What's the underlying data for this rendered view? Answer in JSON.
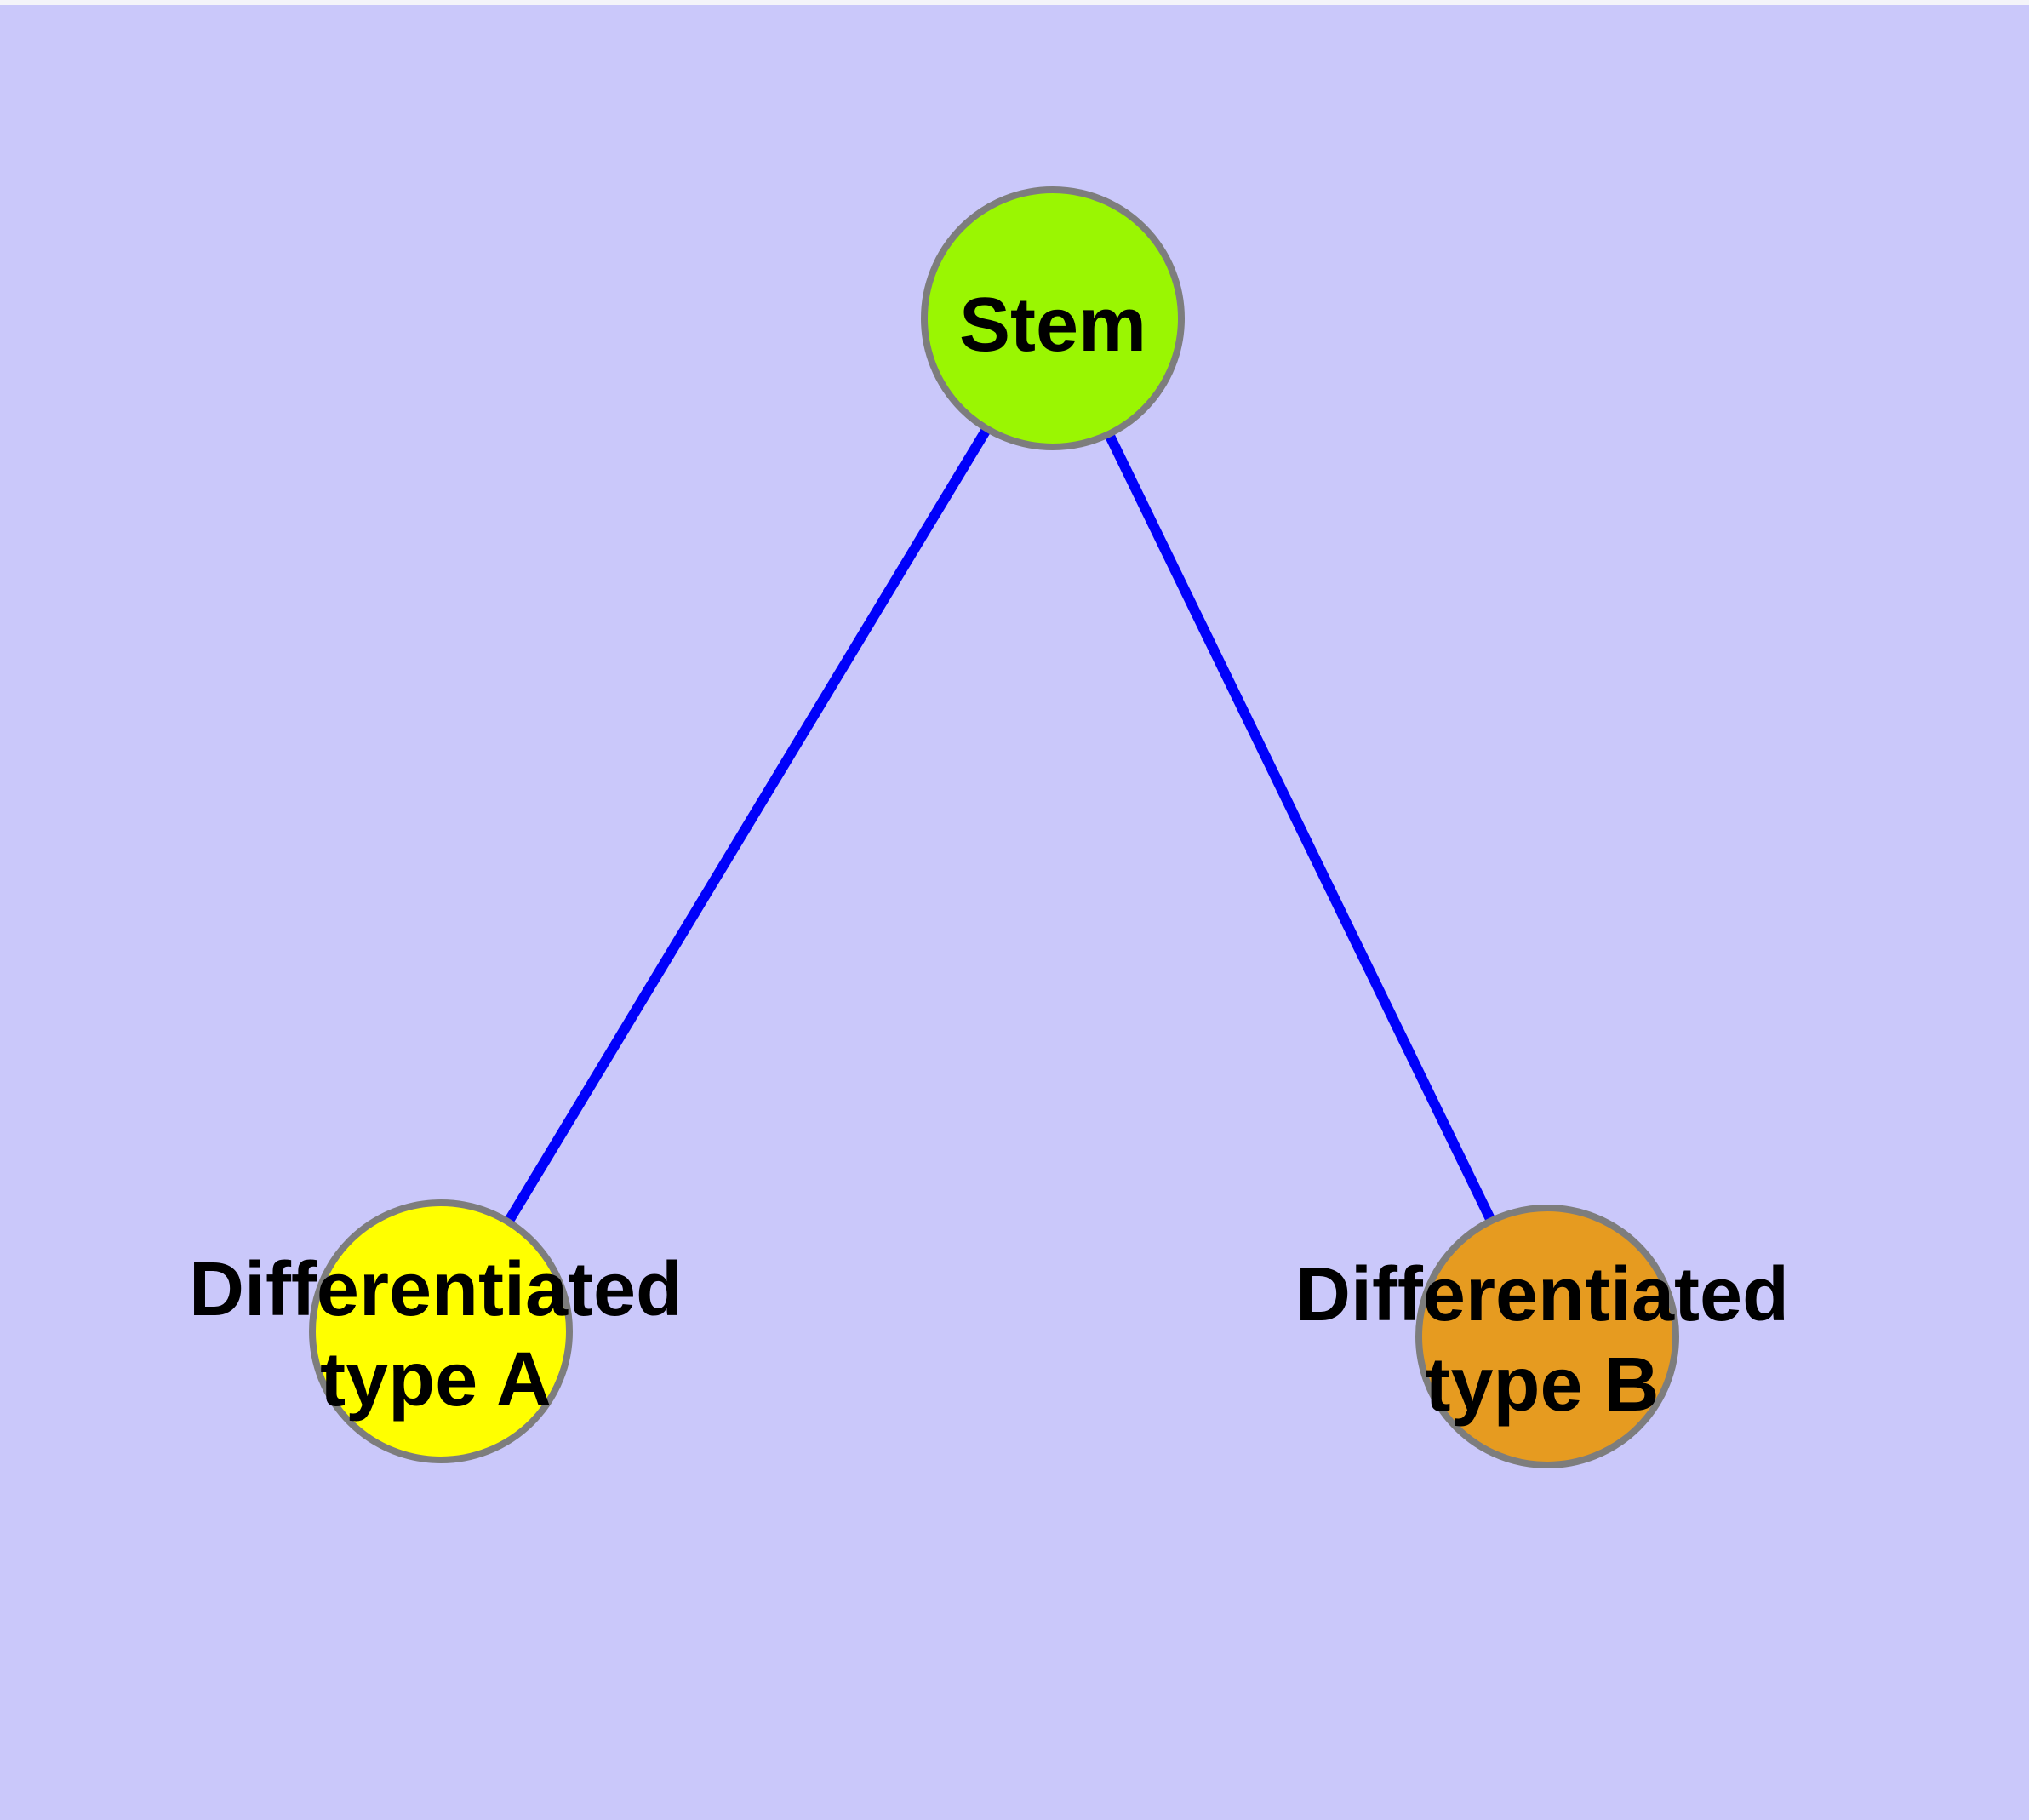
{
  "colors": {
    "background": "#cac8fa",
    "top_strip": "#f4f4f9",
    "edge": "#0000fa",
    "node_border": "#7d7d7d",
    "label": "#000000",
    "stem_fill": "#9af602",
    "type_a_fill": "#ffff00",
    "type_b_fill": "#e69b20"
  },
  "graph": {
    "nodes": [
      {
        "id": "stem",
        "label": "Stem",
        "lines": [
          "Stem"
        ],
        "fill": "#9af602"
      },
      {
        "id": "differentiated-type-a",
        "label": "Differentiated type A",
        "lines": [
          "Differentiated",
          "type A"
        ],
        "fill": "#ffff00"
      },
      {
        "id": "differentiated-type-b",
        "label": "Differentiated type B",
        "lines": [
          "Differentiated",
          "type B"
        ],
        "fill": "#e69b20"
      }
    ],
    "edges": [
      {
        "from": "Stem",
        "to": "Differentiated type A"
      },
      {
        "from": "Stem",
        "to": "Differentiated type B"
      }
    ]
  }
}
